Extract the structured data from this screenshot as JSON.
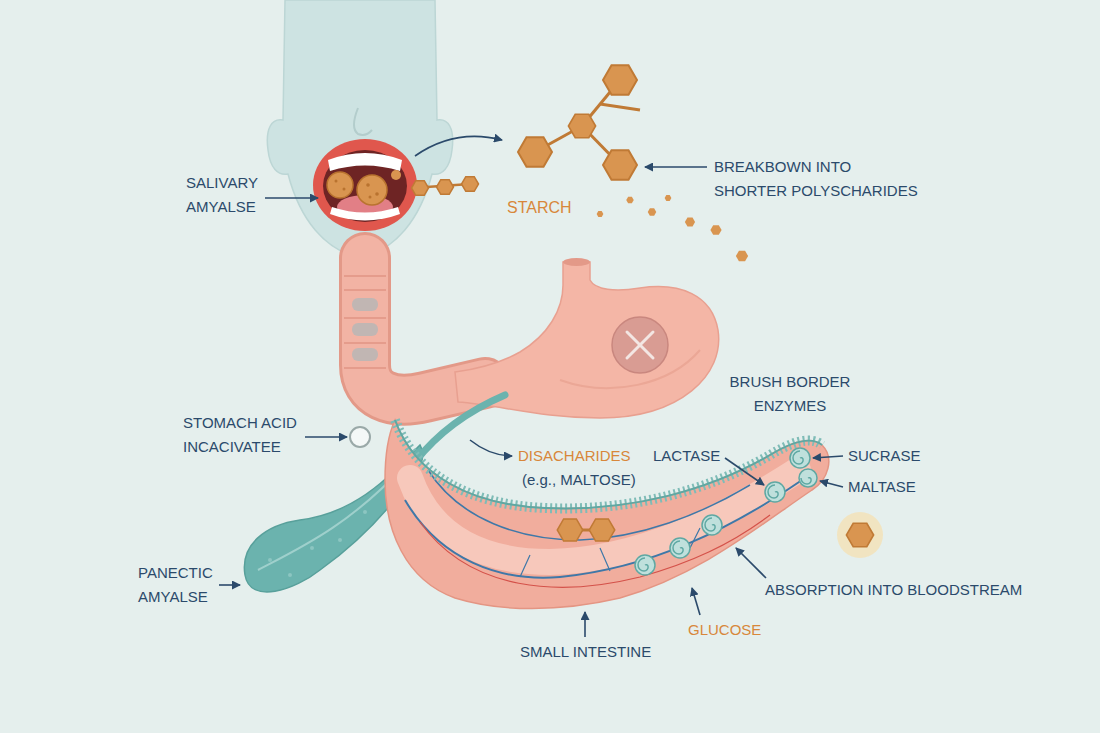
{
  "diagram": {
    "labels": [
      "SALIVARY AMYALSE",
      "STARCH",
      "BREAKBOWN INTO SHORTER POLYSCHARIDES",
      "STOMACH ACID INCACIVATEE",
      "PANECTIC AMYALSE",
      "DISACHARIDES",
      "(e.g., MALTOSE)",
      "BRUSH BORDER ENZYMES",
      "LACTASE",
      "SUCRASE",
      "MALTASE",
      "ABSORPTION INTO BLOODSTREAM",
      "GLUCOSE",
      "SMALL INTESTINE"
    ]
  }
}
